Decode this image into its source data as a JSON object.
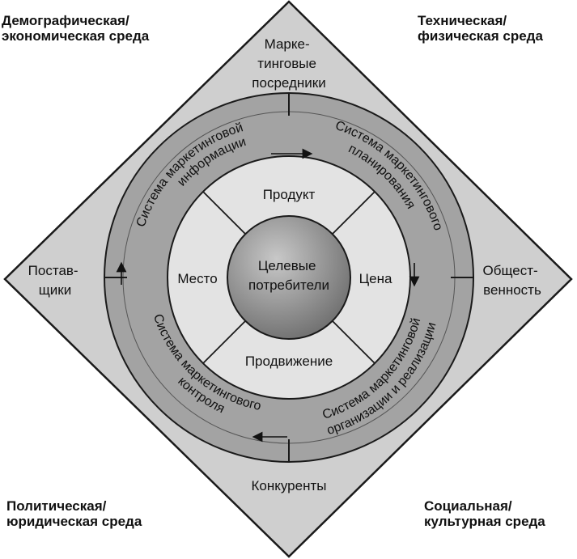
{
  "corners": {
    "top_left": [
      "Демографическая/",
      "экономическая среда"
    ],
    "top_right": [
      "Техническая/",
      "физическая среда"
    ],
    "bottom_left": [
      "Политическая/",
      "юридическая среда"
    ],
    "bottom_right": [
      "Социальная/",
      "культурная среда"
    ]
  },
  "actors": {
    "top": [
      "Марке-",
      "тинговые",
      "посредники"
    ],
    "left": [
      "Постав-",
      "щики"
    ],
    "right": [
      "Общест-",
      "венность"
    ],
    "bottom": [
      "Конкуренты"
    ]
  },
  "systems": {
    "information": [
      "Система маркетинговой",
      "информации"
    ],
    "planning": [
      "Система маркетингового",
      "планирования"
    ],
    "organization": [
      "Система маркетинговой",
      "организации и реализации"
    ],
    "control": [
      "Система маркетингового",
      "контроля"
    ]
  },
  "marketing_mix": {
    "product": "Продукт",
    "price": "Цена",
    "promotion": "Продвижение",
    "place": "Место"
  },
  "center": [
    "Целевые",
    "потребители"
  ],
  "colors": {
    "diamond_fill": "#cfcfcf",
    "ring_fill": "#9a9a9a",
    "inner_fill": "#e3e3e3",
    "core_fill": "#8a8a8a",
    "stroke": "#1a1a1a"
  }
}
